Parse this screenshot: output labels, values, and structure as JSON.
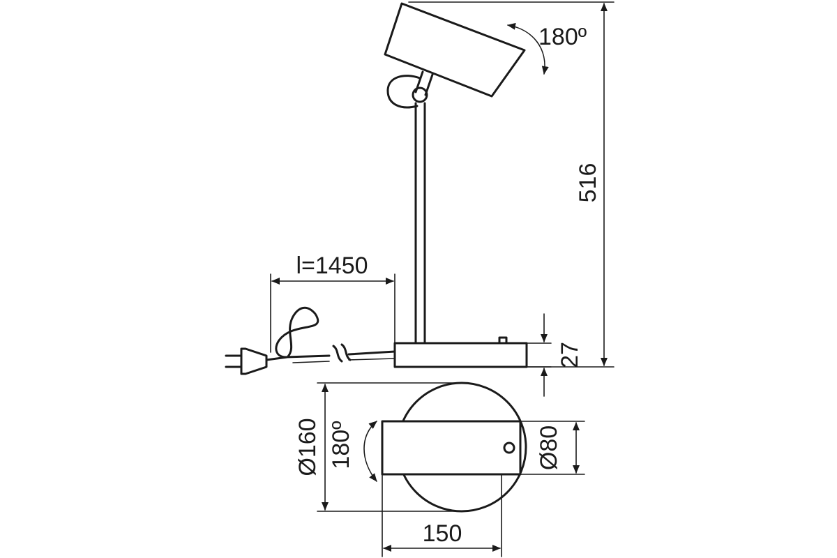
{
  "labels": {
    "rotation_top": "180º",
    "height_total": "516",
    "cable_length": "l=1450",
    "base_height": "27",
    "base_diameter": "Ø160",
    "rotation_bottom": "180º",
    "head_width": "Ø80",
    "head_length": "150"
  },
  "colors": {
    "line": "#1a1a1a",
    "background": "#ffffff"
  }
}
